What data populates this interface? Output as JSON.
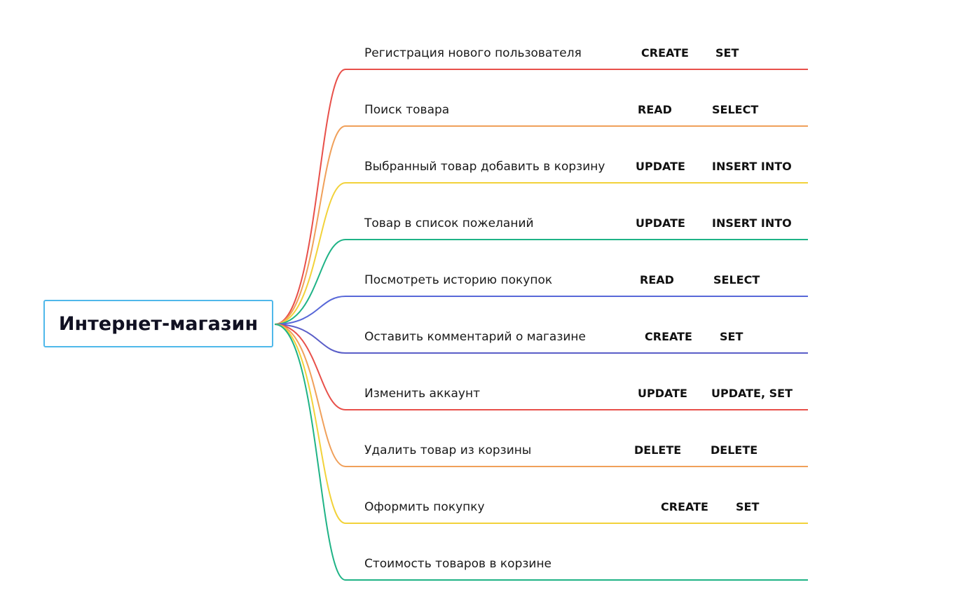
{
  "root": {
    "label": "Интернет-магазин",
    "border_color": "#4fb8ea"
  },
  "branches": [
    {
      "label": "Регистрация нового пользователя",
      "crud": "CREATE",
      "sql": "SET",
      "color": "#e8504a"
    },
    {
      "label": "Поиск товара",
      "crud": "READ",
      "sql": "SELECT",
      "color": "#f0a05a"
    },
    {
      "label": "Выбранный товар добавить в корзину",
      "crud": "UPDATE",
      "sql": "INSERT INTO",
      "color": "#f2d23a"
    },
    {
      "label": "Товар в список пожеланий",
      "crud": "UPDATE",
      "sql": "INSERT INTO",
      "color": "#1fb386"
    },
    {
      "label": "Посмотреть историю покупок",
      "crud": "READ",
      "sql": "SELECT",
      "color": "#5868d8"
    },
    {
      "label": "Оставить комментарий о магазине",
      "crud": "CREATE",
      "sql": "SET",
      "color": "#5a5ec8"
    },
    {
      "label": "Изменить аккаунт",
      "crud": "UPDATE",
      "sql": "UPDATE, SET",
      "color": "#e8504a"
    },
    {
      "label": "Удалить товар из корзины",
      "crud": "DELETE",
      "sql": "DELETE",
      "color": "#f0a05a"
    },
    {
      "label": "Оформить покупку",
      "crud": "CREATE",
      "sql": "SET",
      "color": "#f2d23a"
    },
    {
      "label": "Стоимость товаров в корзине",
      "crud": "",
      "sql": "",
      "color": "#1fb386"
    }
  ]
}
